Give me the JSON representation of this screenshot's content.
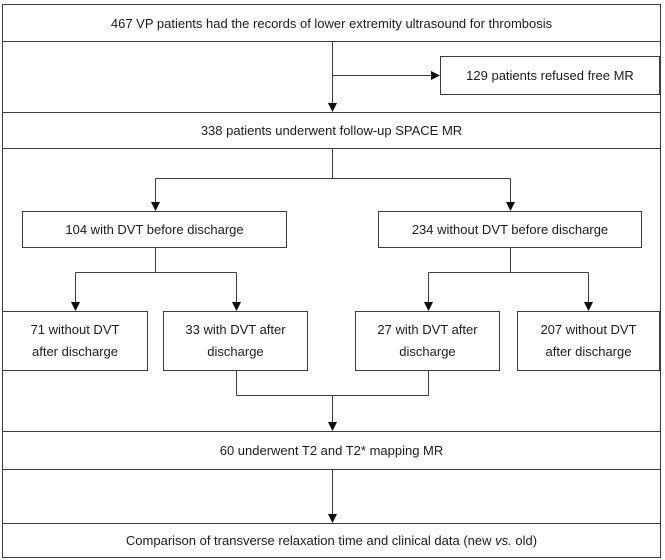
{
  "figure": {
    "type": "patient-flowchart",
    "background_color": "#ffffff",
    "line_color": "#3d3d3d",
    "text_color": "#1c1c1c"
  },
  "nodes": {
    "ultrasound": {
      "label": "467 VP patients had the records of lower extremity ultrasound for thrombosis"
    },
    "refused": {
      "label": "129 patients refused free MR"
    },
    "space_mr": {
      "label": "338 patients underwent follow-up SPACE MR"
    },
    "dvt_before": {
      "label": "104 with DVT before discharge"
    },
    "no_dvt_before": {
      "label": "234 without DVT before discharge"
    },
    "no_dvt_after_71": {
      "label": "71 without DVT\nafter discharge"
    },
    "dvt_after_33": {
      "label": "33 with DVT after\ndischarge"
    },
    "dvt_after_27": {
      "label": "27 with DVT after\ndischarge"
    },
    "no_dvt_after_207": {
      "label": "207 without DVT\nafter discharge"
    },
    "t2_mapping": {
      "label": "60 underwent T2 and T2* mapping MR"
    },
    "comparison": {
      "text_before": "Comparison of transverse relaxation time and clinical data (new",
      "text_vs": "vs.",
      "text_after": "old)"
    }
  },
  "edges": [
    {
      "from": "ultrasound",
      "to": "space_mr"
    },
    {
      "from": "ultrasound",
      "to": "refused"
    },
    {
      "from": "space_mr",
      "to": "dvt_before"
    },
    {
      "from": "space_mr",
      "to": "no_dvt_before"
    },
    {
      "from": "dvt_before",
      "to": "no_dvt_after_71"
    },
    {
      "from": "dvt_before",
      "to": "dvt_after_33"
    },
    {
      "from": "no_dvt_before",
      "to": "dvt_after_27"
    },
    {
      "from": "no_dvt_before",
      "to": "no_dvt_after_207"
    },
    {
      "from": "dvt_after_33",
      "to": "t2_mapping"
    },
    {
      "from": "dvt_after_27",
      "to": "t2_mapping"
    },
    {
      "from": "t2_mapping",
      "to": "comparison"
    }
  ]
}
